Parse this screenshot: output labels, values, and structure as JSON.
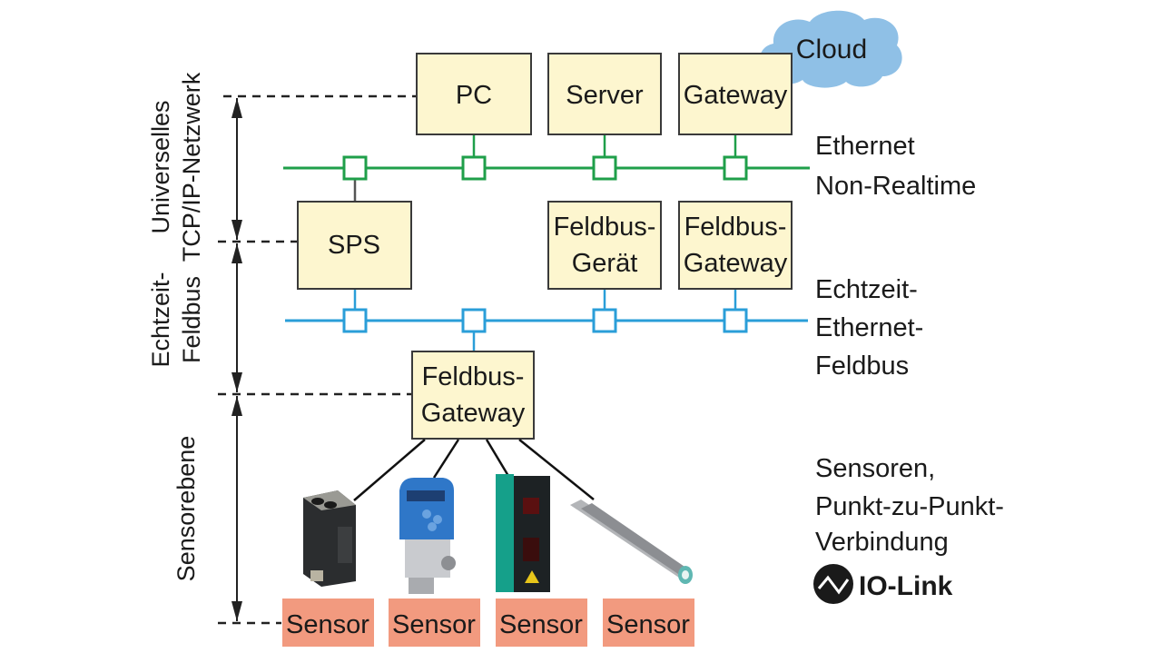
{
  "network": {
    "cloud": {
      "label": "Cloud",
      "color": "#8fc0e6"
    },
    "ethernet_nonrt": {
      "label_line1": "Ethernet",
      "label_line2": "Non-Realtime",
      "color": "#1f9f4a"
    },
    "realtime_fieldbus": {
      "label_line1": "Echtzeit-",
      "label_line2": "Ethernet-",
      "label_line3": "Feldbus",
      "color": "#2a9ed8"
    },
    "devices": {
      "pc": "PC",
      "server": "Server",
      "gateway": "Gateway",
      "sps": "SPS",
      "feldbus_geraet_line1": "Feldbus-",
      "feldbus_geraet_line2": "Gerät",
      "feldbus_gateway_line1": "Feldbus-",
      "feldbus_gateway_line2": "Gateway",
      "feldbus_gateway2_line1": "Feldbus-",
      "feldbus_gateway2_line2": "Gateway"
    },
    "box_color": "#fdf6cf"
  },
  "levels": {
    "tcpip_line1": "Universelles",
    "tcpip_line2": "TCP/IP-Netzwerk",
    "fieldbus_line1": "Echtzeit-",
    "fieldbus_line2": "Feldbus",
    "sensor_level": "Sensorebene"
  },
  "sensors": {
    "labels": [
      "Sensor",
      "Sensor",
      "Sensor",
      "Sensor"
    ],
    "color": "#f29a7f",
    "caption_line1": "Sensoren,",
    "caption_line2": "Punkt-zu-Punkt-",
    "caption_line3": "Verbindung",
    "iolink_label": "IO-Link"
  }
}
